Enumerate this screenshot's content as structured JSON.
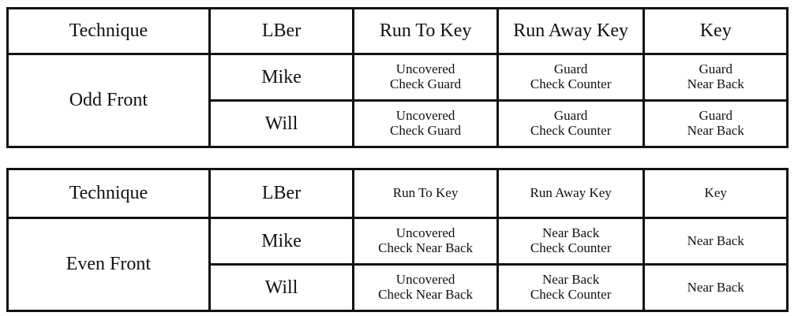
{
  "tables": [
    {
      "headers": [
        "Technique",
        "LBer",
        "Run To Key",
        "Run Away Key",
        "Key"
      ],
      "technique": "Odd Front",
      "rows": [
        {
          "lber": "Mike",
          "run_to": [
            "Uncovered",
            "Check Guard"
          ],
          "run_away": [
            "Guard",
            "Check Counter"
          ],
          "key": [
            "Guard",
            "Near Back"
          ]
        },
        {
          "lber": "Will",
          "run_to": [
            "Uncovered",
            "Check Guard"
          ],
          "run_away": [
            "Guard",
            "Check Counter"
          ],
          "key": [
            "Guard",
            "Near Back"
          ]
        }
      ]
    },
    {
      "headers": [
        "Technique",
        "LBer",
        "Run To Key",
        "Run Away Key",
        "Key"
      ],
      "technique": "Even Front",
      "rows": [
        {
          "lber": "Mike",
          "run_to": [
            "Uncovered",
            "Check Near Back"
          ],
          "run_away": [
            "Near Back",
            "Check Counter"
          ],
          "key": [
            "Near Back"
          ]
        },
        {
          "lber": "Will",
          "run_to": [
            "Uncovered",
            "Check Near Back"
          ],
          "run_away": [
            "Near Back",
            "Check Counter"
          ],
          "key": [
            "Near Back"
          ]
        }
      ]
    }
  ]
}
